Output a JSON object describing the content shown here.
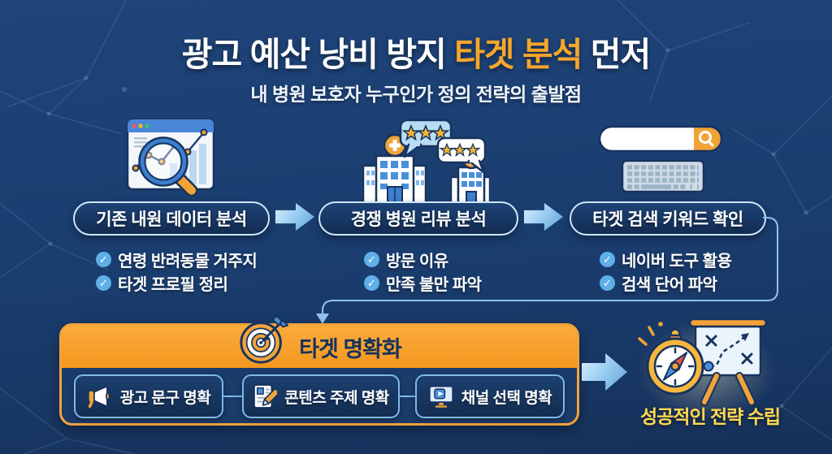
{
  "title": {
    "pre": "광고 예산 낭비 방지 ",
    "highlight": "타겟 분석",
    "post": " 먼저"
  },
  "subtitle": "내 병원 보호자 누구인가 정의 전략의 출발점",
  "columns": [
    {
      "icon": "browser-chart-icon",
      "pill": "기존 내원 데이터 분석",
      "bullets": [
        "연령 반려동물 거주지",
        "타겟 프로필 정리"
      ]
    },
    {
      "icon": "hospital-review-icon",
      "pill": "경쟁 병원 리뷰 분석",
      "bullets": [
        "방문 이유",
        "만족 불만 파악"
      ]
    },
    {
      "icon": "search-keyboard-icon",
      "pill": "타겟 검색 키워드 확인",
      "bullets": [
        "네이버 도구 활용",
        "검색 단어 파악"
      ]
    }
  ],
  "target_box": {
    "header": "타겟 명확화",
    "items": [
      {
        "icon": "megaphone-icon",
        "label": "광고 문구 명확"
      },
      {
        "icon": "document-pencil-icon",
        "label": "콘텐츠 주제 명확"
      },
      {
        "icon": "monitor-play-icon",
        "label": "채널 선택 명확"
      }
    ]
  },
  "result": {
    "label": "성공적인 전략 수립"
  },
  "check_glyph": "✓",
  "colors": {
    "background": "#1a3d6f",
    "accent_orange": "#f7a62a",
    "pill_border": "#cde7fa",
    "check_blue": "#5fb0e8",
    "connector_blue": "#8fc3ec",
    "highlight_yellow": "#ffd94f",
    "header_text_navy": "#16335d"
  }
}
